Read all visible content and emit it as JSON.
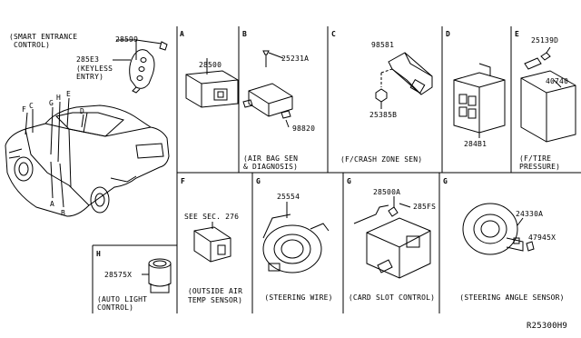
{
  "section_letters": {
    "a": "A",
    "b": "B",
    "c": "C",
    "d": "D",
    "e": "E",
    "f": "F",
    "g1": "G",
    "g2": "G",
    "g3": "G",
    "h": "H"
  },
  "car_callouts": {
    "f": "F",
    "c": "C",
    "g": "G",
    "h": "H",
    "e": "E",
    "d": "D",
    "a": "A",
    "b": "B"
  },
  "keyless": {
    "caption": "(SMART ENTRANCE\n CONTROL)",
    "part_main": "28599",
    "part_alt": "285E3",
    "part_desc": "(KEYLESS\nENTRY)"
  },
  "panel_a": {
    "part": "28500"
  },
  "panel_b": {
    "part1": "25231A",
    "part2": "98820",
    "caption": "(AIR BAG SEN\n& DIAGNOSIS)"
  },
  "panel_c": {
    "part1": "98581",
    "part2": "25385B",
    "caption": "(F/CRASH ZONE SEN)"
  },
  "panel_d": {
    "part": "284B1"
  },
  "panel_e": {
    "part1": "25139D",
    "part2": "40740",
    "caption": "(F/TIRE\nPRESSURE)"
  },
  "panel_f": {
    "note": "SEE SEC. 276",
    "caption": "(OUTSIDE AIR\nTEMP SENSOR)"
  },
  "panel_g1": {
    "part": "25554",
    "caption": "(STEERING WIRE)"
  },
  "panel_g2": {
    "part1": "28500A",
    "part2": "285FS",
    "caption": "(CARD SLOT CONTROL)"
  },
  "panel_g3": {
    "part1": "24330A",
    "part2": "47945X",
    "caption": "(STEERING ANGLE SENSOR)"
  },
  "panel_h": {
    "part": "28575X",
    "caption": "(AUTO LIGHT\nCONTROL)"
  },
  "diagram_code": "R25300H9"
}
